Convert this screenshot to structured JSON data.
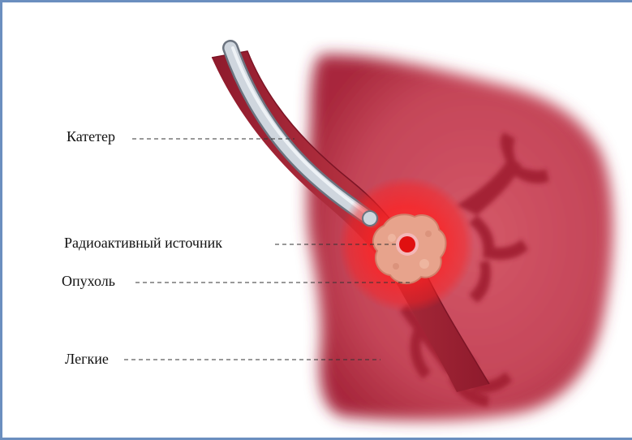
{
  "labels": {
    "catheter": "Катетер",
    "source": "Радиоактивный источник",
    "tumor": "Опухоль",
    "lungs": "Легкие"
  },
  "colors": {
    "lung_tissue": "#c74a5a",
    "lung_dark": "#9b1f33",
    "vessel": "#b02a3e",
    "catheter": "#c9d0d8",
    "radiation_glow": "#ff2a2a",
    "tumor": "#e8a58f",
    "source": "#e01010",
    "frame_border": "#6b8fbf"
  }
}
